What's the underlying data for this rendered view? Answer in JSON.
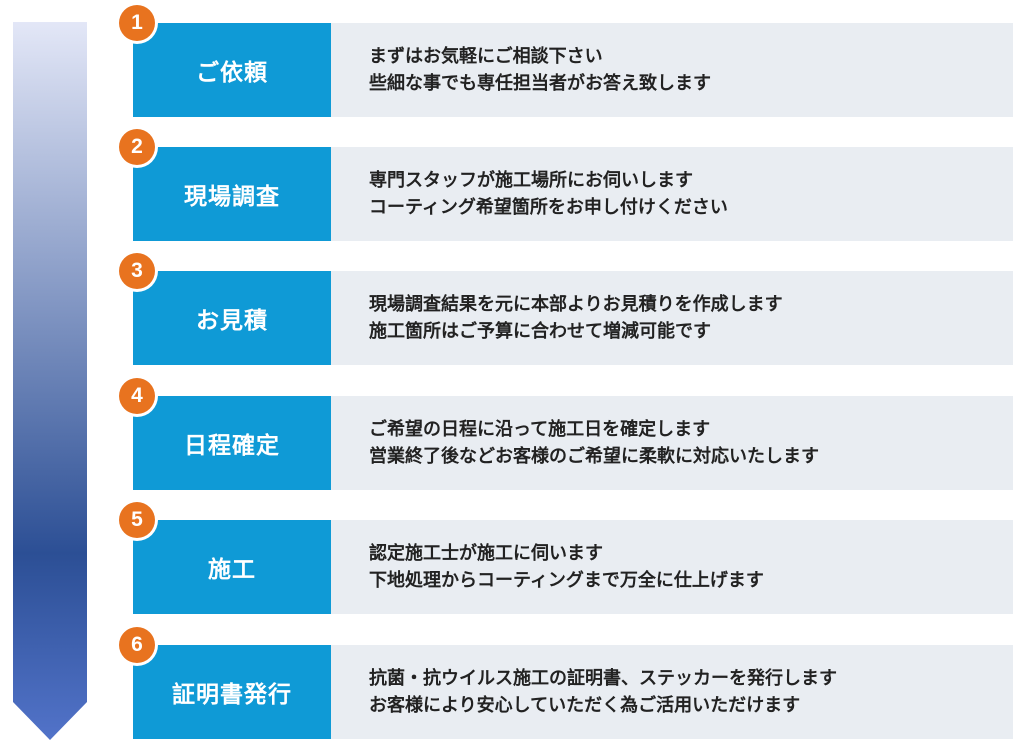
{
  "steps": [
    {
      "number": "1",
      "title": "ご依頼",
      "lines": [
        "まずはお気軽にご相談下さい",
        "些細な事でも専任担当者がお答え致します"
      ]
    },
    {
      "number": "2",
      "title": "現場調査",
      "lines": [
        "専門スタッフが施工場所にお伺いします",
        "コーティング希望箇所をお申し付けください"
      ]
    },
    {
      "number": "3",
      "title": "お見積",
      "lines": [
        "現場調査結果を元に本部よりお見積りを作成します",
        "施工箇所はご予算に合わせて増減可能です"
      ]
    },
    {
      "number": "4",
      "title": "日程確定",
      "lines": [
        "ご希望の日程に沿って施工日を確定します",
        "営業終了後などお客様のご希望に柔軟に対応いたします"
      ]
    },
    {
      "number": "5",
      "title": "施工",
      "lines": [
        "認定施工士が施工に伺います",
        "下地処理からコーティングまで万全に仕上げます"
      ]
    },
    {
      "number": "6",
      "title": "証明書発行",
      "lines": [
        "抗菌・抗ウイルス施工の証明書、ステッカーを発行します",
        "お客様により安心していただく為ご活用いただけます"
      ]
    }
  ],
  "colors": {
    "label_bg": "#0f9ad6",
    "desc_bg": "#e9edf2",
    "badge_bg": "#e8731f",
    "arrow_top": "#e3e7f7",
    "arrow_mid": "#2c4f95",
    "arrow_bottom": "#5273c9"
  }
}
